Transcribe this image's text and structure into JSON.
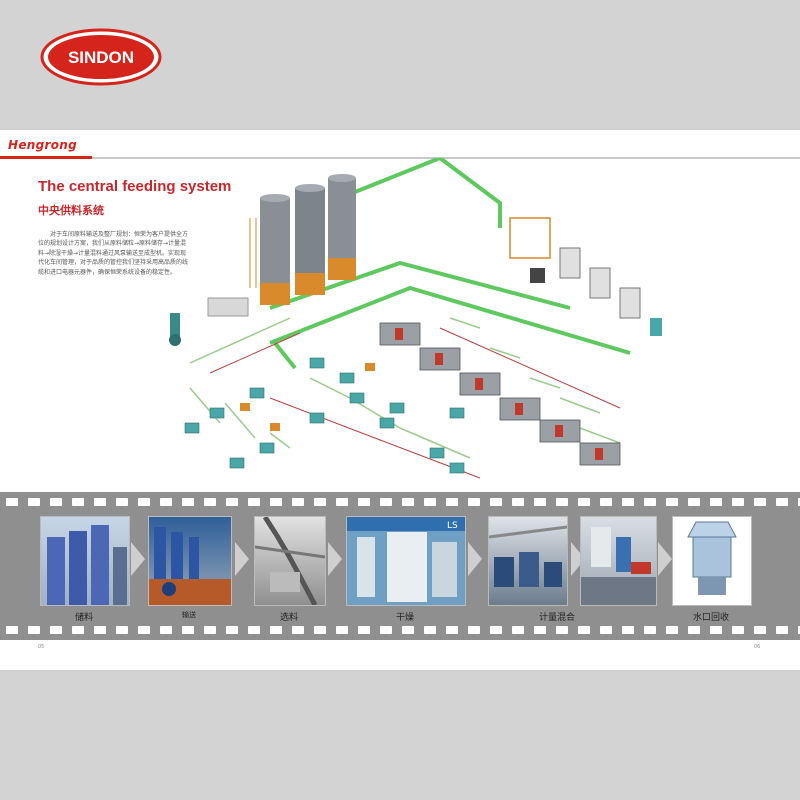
{
  "logo": {
    "text": "SINDON"
  },
  "header": {
    "brand": "Hengrong"
  },
  "content": {
    "title_en": "The central feeding system",
    "title_cn": "中央供料系统",
    "description": "对于车间原料输送及整厂规划：恒荣为客户提供全方位的规划设计方案，我们从原料储粒→原料储存→计量混料→除湿干燥→计量混料通过风泵输送至成型机。实现现代化车间管理，对于品质的管控我们坚持采用高品质的线缆和进口电器元器件，确保恒荣系统设备的稳定性。"
  },
  "steps": [
    {
      "label": "储料",
      "icon": "silo-photo"
    },
    {
      "label": "输送",
      "icon": "conveying-photo"
    },
    {
      "label": "选料",
      "icon": "pipe-selection-photo"
    },
    {
      "label": "干燥",
      "icon": "dryer-photo"
    },
    {
      "label": "计量混合",
      "icon": "dosing-mixer-photo"
    },
    {
      "label": "水口回收",
      "icon": "granulator-photo"
    }
  ],
  "page_numbers": {
    "left": "05",
    "right": "06"
  },
  "colors": {
    "brand_red": "#d5241c",
    "pipe_green": "#5ec95e",
    "film_gray": "#8f8f8f"
  }
}
